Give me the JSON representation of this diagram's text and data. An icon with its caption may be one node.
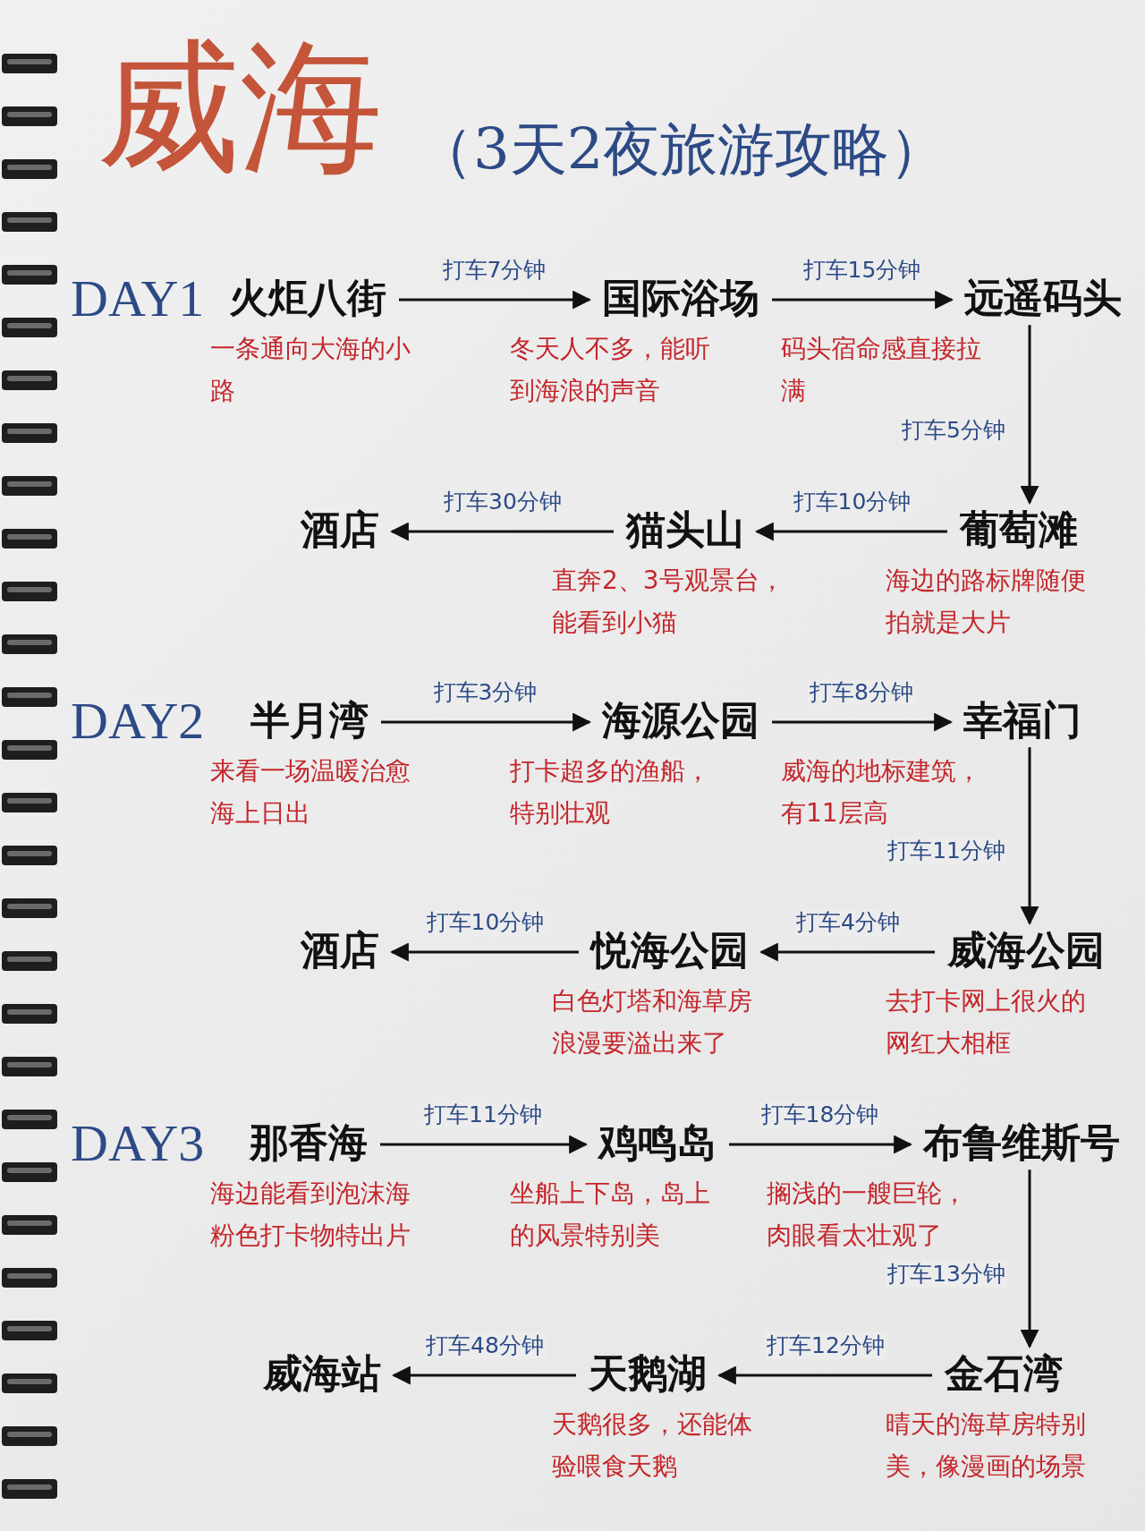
{
  "diagram": {
    "title": "威海",
    "nodes": [
      {
        "text": [
          "火炬八街"
        ],
        "beside": [
          "一条通向大海的小路"
        ]
      },
      {
        "text": [
          "国际浴场"
        ],
        "beside": [
          "冬天人不多，能听到海浪的声音"
        ]
      },
      {
        "text": [
          "远遥码头"
        ],
        "beside": [
          "码头宿命感直接拉满"
        ]
      },
      {
        "text": [
          "酒店"
        ]
      },
      {
        "text": [
          "猫头山"
        ],
        "beside": [
          "直奔2、3号观景台，能看到小猫"
        ]
      },
      {
        "text": [
          "葡萄滩"
        ],
        "beside": [
          "海边的路标牌随便拍就是大片"
        ]
      },
      {
        "text": [
          "半月湾"
        ],
        "beside": [
          "来看一场温暖治愈海上日出"
        ]
      },
      {
        "text": [
          "海源公园"
        ],
        "beside": [
          "打卡超多的渔船，特别壮观"
        ]
      },
      {
        "text": [
          "幸福门"
        ],
        "beside": [
          "威海的地标建筑，有11层高"
        ]
      },
      {
        "text": [
          "酒店"
        ]
      },
      {
        "text": [
          "悦海公园"
        ],
        "beside": [
          "白色灯塔和海草房浪漫要溢出来了"
        ]
      },
      {
        "text": [
          "威海公园"
        ],
        "beside": [
          "去打卡网上很火的网红大相框"
        ]
      },
      {
        "text": [
          "那香海"
        ],
        "beside": [
          "海边能看到泡沫海粉色打卡物特出片"
        ]
      },
      {
        "text": [
          "鸡鸣岛"
        ],
        "beside": [
          "坐船上下岛，岛上的风景特别美"
        ]
      },
      {
        "text": [
          "布鲁维斯号"
        ],
        "beside": [
          "搁浅的一艘巨轮，肉眼看太壮观了"
        ]
      },
      {
        "text": [
          "威海站"
        ]
      },
      {
        "text": [
          "天鹅湖"
        ],
        "beside": [
          "天鹅很多，还能体验喂食天鹅"
        ]
      },
      {
        "text": [
          "金石湾"
        ],
        "beside": [
          "晴天的海草房特别美，像漫画的场景"
        ]
      }
    ],
    "edges": [
      {
        "from": 0,
        "to": 1,
        "arrow": "to",
        "label": "打车7分钟"
      },
      {
        "from": 1,
        "to": 2,
        "arrow": "to",
        "label": "打车15分钟"
      },
      {
        "from": 2,
        "to": 5,
        "arrow": "to",
        "label": "打车5分钟"
      },
      {
        "from": 5,
        "to": 4,
        "arrow": "to",
        "label": "打车10分钟"
      },
      {
        "from": 4,
        "to": 3,
        "arrow": "to",
        "label": "打车30分钟"
      },
      {
        "from": 6,
        "to": 7,
        "arrow": "to",
        "label": "打车3分钟"
      },
      {
        "from": 7,
        "to": 8,
        "arrow": "to",
        "label": "打车8分钟"
      },
      {
        "from": 8,
        "to": 11,
        "arrow": "to",
        "label": "打车11分钟"
      },
      {
        "from": 11,
        "to": 10,
        "arrow": "to",
        "label": "打车4分钟"
      },
      {
        "from": 10,
        "to": 9,
        "arrow": "to",
        "label": "打车10分钟"
      },
      {
        "from": 12,
        "to": 13,
        "arrow": "to",
        "label": "打车11分钟"
      },
      {
        "from": 13,
        "to": 14,
        "arrow": "to",
        "label": "打车18分钟"
      },
      {
        "from": 14,
        "to": 17,
        "arrow": "to",
        "label": "打车13分钟"
      },
      {
        "from": 17,
        "to": 16,
        "arrow": "to",
        "label": "打车12分钟"
      },
      {
        "from": 16,
        "to": 15,
        "arrow": "to",
        "label": "打车48分钟"
      }
    ],
    "labels": [
      "（3天2夜旅游攻略）",
      "DAY1",
      "DAY2",
      "DAY3"
    ]
  }
}
